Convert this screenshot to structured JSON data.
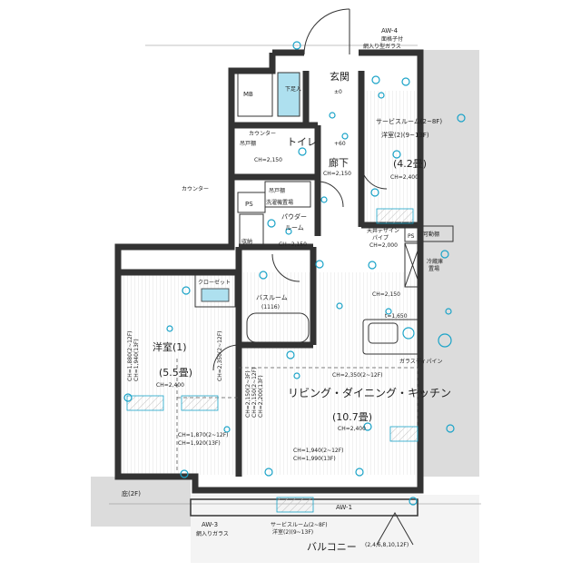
{
  "labels": {
    "aw4": "AW-4",
    "aw4_note1": "面格子付",
    "aw4_note2": "網入り型ガラス",
    "genkan": "玄関",
    "genkan_level": "±0",
    "mb": "MB",
    "getabako": "下足入",
    "service_room1": "サービスルーム(2~8F)",
    "service_room2": "洋室(2)(9~13F)",
    "service_tatami": "(4.2畳)",
    "service_ch": "CH=2,400",
    "counter_top": "カウンター",
    "toilet": "トイレ",
    "toilet_plus": "+60",
    "toilet_ch": "CH=2,150",
    "toilet_shelf": "吊戸棚",
    "rouka": "廊下",
    "rouka_ch": "CH=2,150",
    "counter_left": "カウンター",
    "hanging_shelf": "吊戸棚",
    "ps_left": "PS",
    "laundry_shelf": "洗濯機置場",
    "powder1": "パウダー",
    "powder2": "ルーム",
    "powder_ch": "CH=2,150",
    "storage": "収納",
    "pipe1": "天井デザイン",
    "pipe2": "パイプ",
    "pipe_ch": "CH=2,000",
    "ps_right": "PS",
    "movable_shelf": "可動棚",
    "fridge1": "冷蔵庫",
    "fridge2": "置場",
    "ldk_ch_top": "CH=2,150",
    "ldk_t": "t=1,650",
    "bath1": "バスルーム",
    "bath2": "(1116)",
    "closet": "クローゼット",
    "youshitsu1": "洋室(1)",
    "youshitsu1_tatami": "(5.5畳)",
    "youshitsu1_ch": "CH=2,400",
    "left_ch1": "CH=1,880(2~12F)",
    "left_ch2": "CH=1,940(13F)",
    "mid_ch": "CH=2,350(2~12F)",
    "gas_pipe": "ガラスディパイン",
    "ch_2350": "CH=2,350(2~12F)",
    "ldk1": "リビング・ダイニング・キッチン",
    "ldk_tatami": "(10.7畳)",
    "ldk_ch": "CH=2,400",
    "mid_vert1": "CH=2,150(2~3F)",
    "mid_vert2": "CH=2,150(2~12F)",
    "mid_vert3": "CH=2,200(13F)",
    "bottom_left_ch1": "CH=1,870(2~12F)",
    "bottom_left_ch2": "CH=1,920(13F)",
    "bottom_mid_ch1": "CH=1,940(2~12F)",
    "bottom_mid_ch2": "CH=1,990(13F)",
    "hisashi": "庇(2F)",
    "aw1": "AW-1",
    "aw3": "AW-3",
    "aw3_note": "網入りガラス",
    "service_note1": "サービスルーム(2~8F)",
    "service_note2": "洋室(2)(9~13F)",
    "balcony": "バルコニー",
    "floors_note": "(2,4,6,8,10,12F)"
  },
  "colors": {
    "wall": "#333333",
    "icon": "#1aa3c8",
    "outside": "#dcdcdc"
  }
}
